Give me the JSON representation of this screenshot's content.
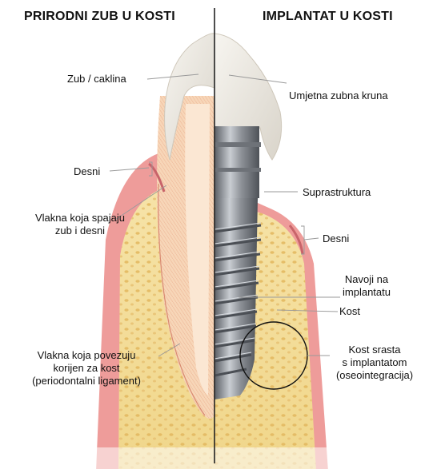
{
  "titles": {
    "natural": "PRIRODNI ZUB U KOSTI",
    "implant": "IMPLANTAT U KOSTI"
  },
  "labels_left": {
    "enamel": "Zub / caklina",
    "gum": "Desni",
    "fibers_gum_line1": "Vlakna koja spajaju",
    "fibers_gum_line2": "zub i desni",
    "ligament_line1": "Vlakna koja povezuju",
    "ligament_line2": "korijen za kost",
    "ligament_line3": "(periodontalni ligament)"
  },
  "labels_right": {
    "crown": "Umjetna zubna kruna",
    "abutment": "Suprastruktura",
    "gum": "Desni",
    "threads_line1": "Navoji na",
    "threads_line2": "implantatu",
    "bone": "Kost",
    "osseo_line1": "Kost srasta",
    "osseo_line2": "s implantatom",
    "osseo_line3": "(oseointegracija)"
  },
  "colors": {
    "bone": "#f3dc9a",
    "bone_pores": "#e2b85a",
    "gum": "#e8a2a0",
    "enamel": "#eeeae2",
    "dentin": "#f6d0b0",
    "metal": "#8a8e94"
  }
}
